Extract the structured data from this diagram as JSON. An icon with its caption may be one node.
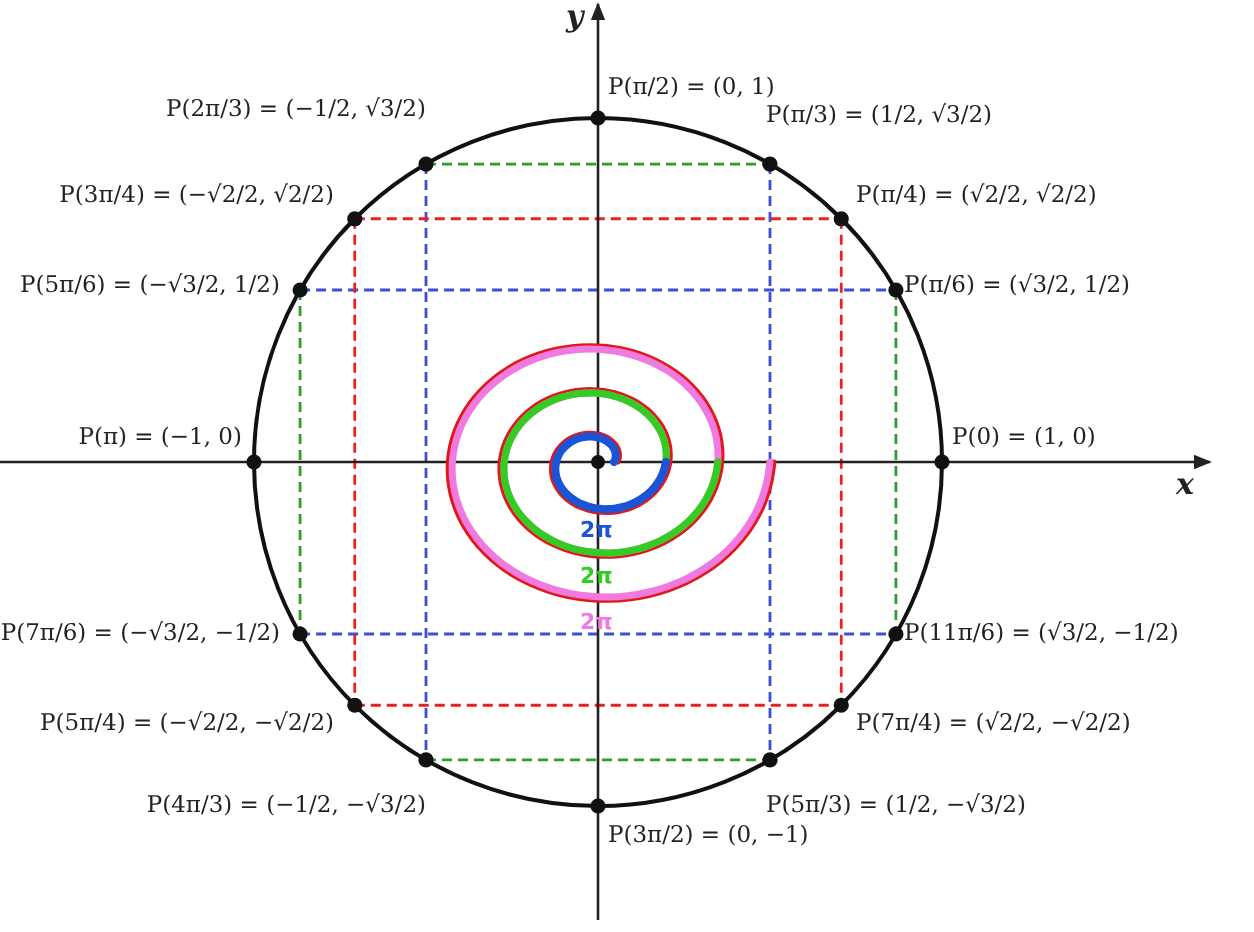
{
  "diagram": {
    "labels": [
      "y",
      "P(π/2) = (0, 1)",
      "P(2π/3) = (−1/2, √3/2)",
      "P(π/3) = (1/2, √3/2)",
      "P(3π/4) = (−√2/2, √2/2)",
      "P(π/4) = (√2/2, √2/2)",
      "P(5π/6) = (−√3/2, 1/2)",
      "P(π/6) = (√3/2, 1/2)",
      "P(π) = (−1, 0)",
      "P(0) = (1, 0)",
      "x",
      "2π",
      "2π",
      "2π",
      "P(7π/6) = (−√3/2, −1/2)",
      "P(11π/6) = (√3/2, −1/2)",
      "P(5π/4) = (−√2/2, −√2/2)",
      "P(7π/4) = (√2/2, −√2/2)",
      "P(4π/3) = (−1/2, −√3/2)",
      "P(5π/3) = (1/2, −√3/2)",
      "P(3π/2) = (0, −1)"
    ]
  }
}
